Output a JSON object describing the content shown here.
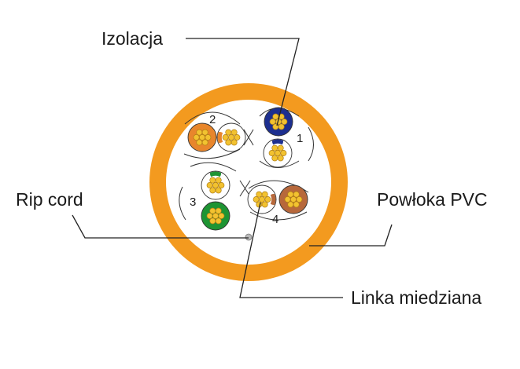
{
  "labels": {
    "insulation": "Izolacja",
    "rip_cord": "Rip cord",
    "jacket": "Powłoka PVC",
    "conductor": "Linka miedziana"
  },
  "pair_numbers": [
    "1",
    "2",
    "3",
    "4"
  ],
  "colors": {
    "jacket": "#f39a1f",
    "wire_core": "#f2c230",
    "wire_core_edge": "#b07f16",
    "blue": "#1d2f8f",
    "orange": "#e8862c",
    "green": "#1e9433",
    "brown": "#b7683b",
    "leader": "#222222"
  },
  "pairs": [
    {
      "number": "1",
      "solid": "blue",
      "stripe": "white-blue"
    },
    {
      "number": "2",
      "solid": "orange",
      "stripe": "white-orange"
    },
    {
      "number": "3",
      "solid": "green",
      "stripe": "white-green"
    },
    {
      "number": "4",
      "solid": "brown",
      "stripe": "white-brown"
    }
  ]
}
